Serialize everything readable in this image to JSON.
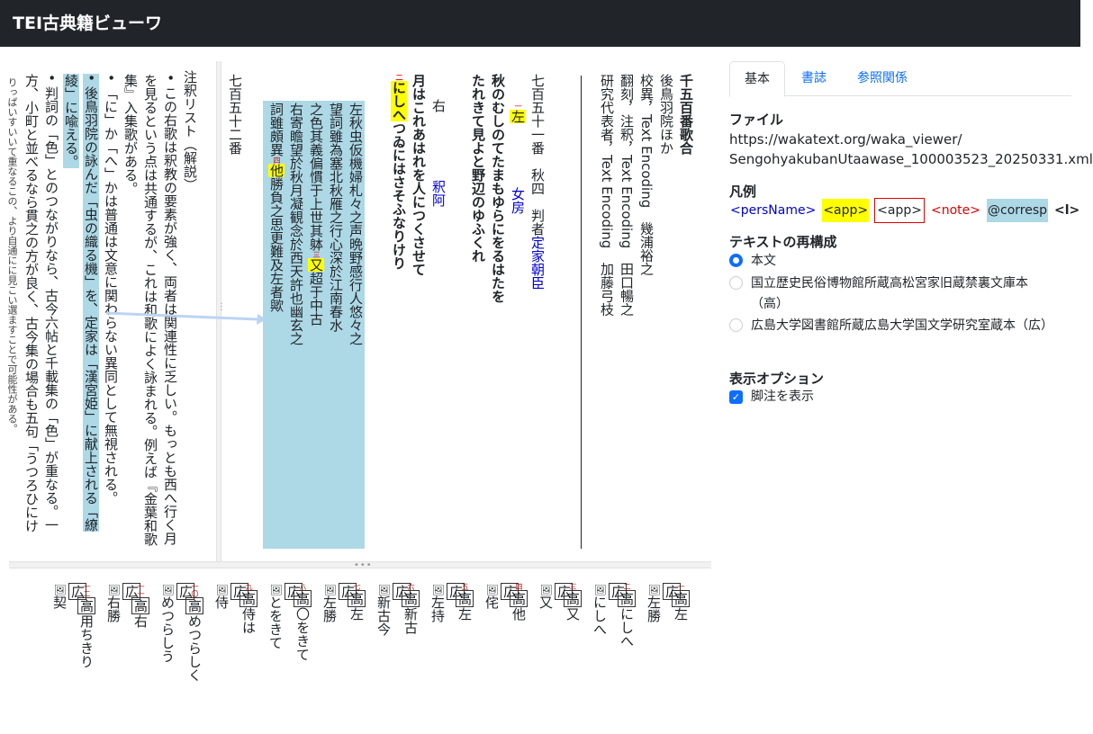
{
  "app_title": "TEI古典籍ビューワ",
  "main": {
    "title": "千五百番歌合",
    "authors": "後鳥羽院ほか",
    "collation": "校異，Text Encoding　幾浦裕之",
    "translation": "翻刻，注釈，Text Encoding　田口暢之",
    "representative": "研究代表者，Text Encoding　加藤弓枝",
    "round_751": "七百五十一番　秋四　判者",
    "judge": "定家朝臣",
    "left_marker": "左",
    "left_poet": "女房",
    "left_poem_1": "秋のむしのてたまもゆらにをるはたを",
    "left_poem_2": "たれきて見よと野辺のゆふくれ",
    "right_marker": "右",
    "right_poet": "釈阿",
    "right_poem_1": "月はこれあはれを人につくさせて",
    "right_poem_1_prefix": "",
    "right_poem_2_hl": "にしへ",
    "right_poem_2_rest": "つゐにはさそふなりけり",
    "judgment_1": "左秋虫仮機婦札々之声晩野感行人悠々之",
    "judgment_2": "望詞雖為塞北秋雁之行心深於江南春水",
    "judgment_3a": "之色其義偏慣于上世其躰",
    "judgment_3b": "又",
    "judgment_3c": "超于中古",
    "judgment_4": "右寄瞻望於秋月凝観念於西天許也幽玄之",
    "judgment_5a": "詞雖頗異",
    "judgment_5b": "他",
    "judgment_5c": "勝負之思更難及左者歟",
    "round_752": "七百五十二番"
  },
  "notes": {
    "heading": "注釈リスト（解説）",
    "items": [
      "この右歌は釈教の要素が強く、両者は関連性に乏しい。もっとも西へ行く月を見るという点は共通するが、これは和歌によく詠まれる。例えば『金葉和歌集』入集歌がある。",
      "「に」か「へ」かは普通は文意に関わらない異同として無視される。",
      "後鳥羽院の詠んだ「虫の織る機」を、定家は「漢宮姫」に献上される「繚綾」に喩える。",
      "判詞の「色」とのつながりなら、古今六帖と千載集の「色」が重なる。一方、小町と並べるなら貫之の方が良く、古今集の場合も五句「うつろひにけ"
    ],
    "cut_line": "りっぱいすいいて重なるこの、より自通にに見こい選ますことで可能性がある。"
  },
  "variants": [
    {
      "num": "一",
      "lem": "左",
      "wit_text": "左勝"
    },
    {
      "num": "二",
      "lem": "にしへ",
      "wit_text": "にしへ"
    },
    {
      "num": "三",
      "lem": "又",
      "wit_text": "又"
    },
    {
      "num": "四",
      "lem": "他",
      "wit_text": "侘"
    },
    {
      "num": "五",
      "lem": "左",
      "wit_text": "左持"
    },
    {
      "num": "六",
      "lem": "新古",
      "wit_text": "新古今"
    },
    {
      "num": "七",
      "lem": "左",
      "wit_text": "左勝"
    },
    {
      "num": "八",
      "lem": "〇をきて",
      "wit_text": "とをきて"
    },
    {
      "num": "九",
      "lem": "侍は",
      "wit_text": "侍"
    },
    {
      "num": "一〇",
      "lem": "めつらしく",
      "wit_text": "めつらしう"
    },
    {
      "num": "一一",
      "lem": "右",
      "wit_text": "右勝"
    },
    {
      "num": "一二",
      "lem": "用ちきり",
      "wit_text": "契"
    }
  ],
  "sigla": {
    "taka": "高",
    "hiro": "広"
  },
  "panel": {
    "tabs": [
      "基本",
      "書誌",
      "参照関係"
    ],
    "file_heading": "ファイル",
    "file_url_1": "https://wakatext.org/waka_viewer/",
    "file_url_2": "SengohyakubanUtaawase_100003523_20250331.xml",
    "legend_heading": "凡例",
    "legend": {
      "pers": "<persName>",
      "app": "<app>",
      "app2": "<app>",
      "note": "<note>",
      "corresp": "@corresp",
      "l": "<l>"
    },
    "reconstruct_heading": "テキストの再構成",
    "options": [
      "本文",
      "国立歴史民俗博物館所蔵高松宮家旧蔵禁裏文庫本（高）",
      "広島大学図書館所蔵広島大学国文学研究室蔵本（広）"
    ],
    "display_heading": "表示オプション",
    "show_notes": "脚注を表示"
  },
  "colors": {
    "topbar": "#212529",
    "accent": "#0d6efd",
    "corresp": "#add8e6",
    "app": "#ffff00",
    "note": "#e00000"
  }
}
